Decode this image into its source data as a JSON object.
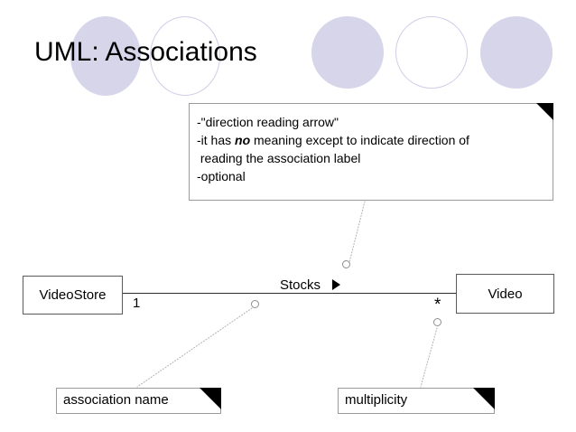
{
  "slide": {
    "title": "UML: Associations",
    "background": "#ffffff",
    "accent_fill": "#d6d5ea",
    "accent_outline": "#cfcde8"
  },
  "decor": {
    "ellipses": [
      {
        "name": "ellipse-1",
        "style": "filled"
      },
      {
        "name": "ellipse-2",
        "style": "outline"
      },
      {
        "name": "ellipse-3",
        "style": "filled"
      },
      {
        "name": "ellipse-4",
        "style": "outline"
      },
      {
        "name": "ellipse-5",
        "style": "filled"
      }
    ]
  },
  "note": {
    "line1": "-\"direction reading arrow\"",
    "line2_a": "-it has ",
    "line2_b": "no",
    "line2_c": " meaning except to indicate direction of",
    "line3": " reading the association label",
    "line4": "-optional"
  },
  "diagram": {
    "class_left": "VideoStore",
    "class_right": "Video",
    "association_name": "Stocks",
    "multiplicity_left": "1",
    "multiplicity_right": "*",
    "direction_arrow": "right-triangle-arrow"
  },
  "callouts": {
    "association_name_label": "association name",
    "multiplicity_label": "multiplicity"
  }
}
